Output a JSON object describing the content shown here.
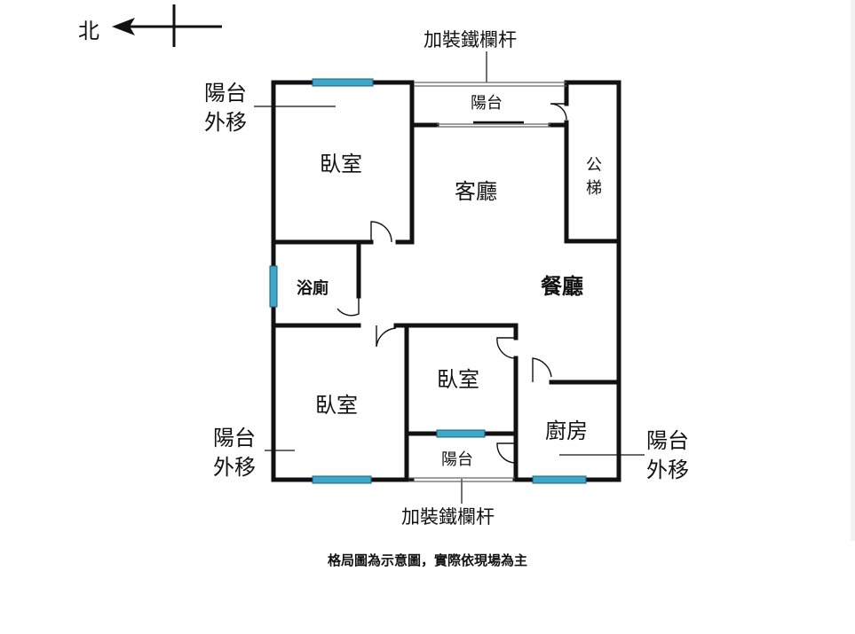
{
  "compass": {
    "label": "北"
  },
  "labels": {
    "railing_top": "加裝鐵欄杆",
    "railing_bottom": "加裝鐵欄杆",
    "balcony_top": "陽台",
    "balcony_bottom": "陽台",
    "balcony_move_nw_line1": "陽台",
    "balcony_move_nw_line2": "外移",
    "balcony_move_sw_line1": "陽台",
    "balcony_move_sw_line2": "外移",
    "balcony_move_se_line1": "陽台",
    "balcony_move_se_line2": "外移",
    "bedroom_top": "臥室",
    "living_room": "客廳",
    "public_stairs_line1": "公",
    "public_stairs_line2": "梯",
    "bathroom": "浴廁",
    "dining_room": "餐廳",
    "bedroom_mid": "臥室",
    "bedroom_bottom": "臥室",
    "kitchen": "廚房"
  },
  "disclaimer": "格局圖為示意圖，實際依現場為主",
  "colors": {
    "wall": "#111111",
    "window": "#3fa7c9"
  }
}
